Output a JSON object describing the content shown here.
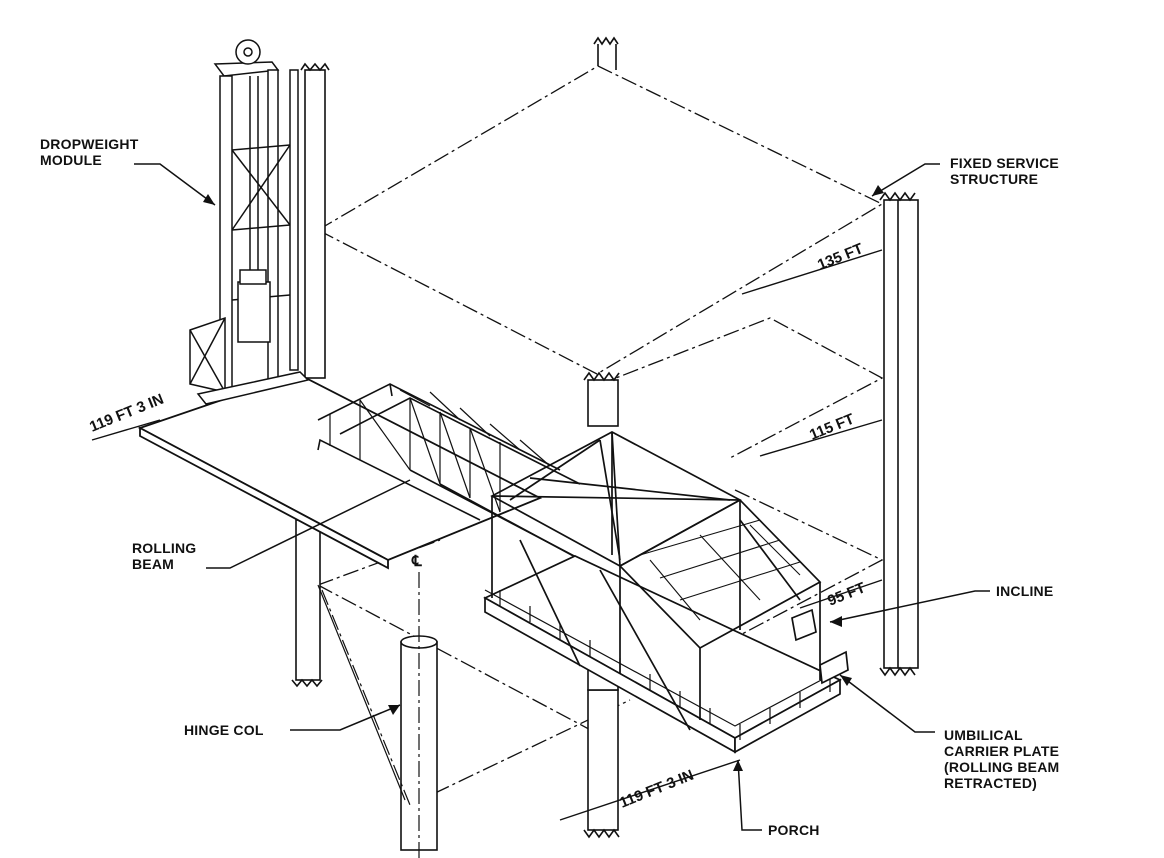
{
  "labels": {
    "dropweight_module": [
      "DROPWEIGHT",
      "MODULE"
    ],
    "fixed_service_structure": [
      "FIXED SERVICE",
      "STRUCTURE"
    ],
    "rolling_beam": [
      "ROLLING",
      "BEAM"
    ],
    "incline": "INCLINE",
    "hinge_col": "HINGE COL",
    "umbilical_carrier_plate": [
      "UMBILICAL",
      "CARRIER PLATE",
      "(ROLLING BEAM",
      "RETRACTED)"
    ],
    "porch": "PORCH",
    "centerline": "℄"
  },
  "dimensions": {
    "level_135": "135 FT",
    "level_115": "115 FT",
    "level_95": "95 FT",
    "arm_length_upper": "119 FT 3 IN",
    "arm_length_lower": "119 FT 3 IN"
  }
}
